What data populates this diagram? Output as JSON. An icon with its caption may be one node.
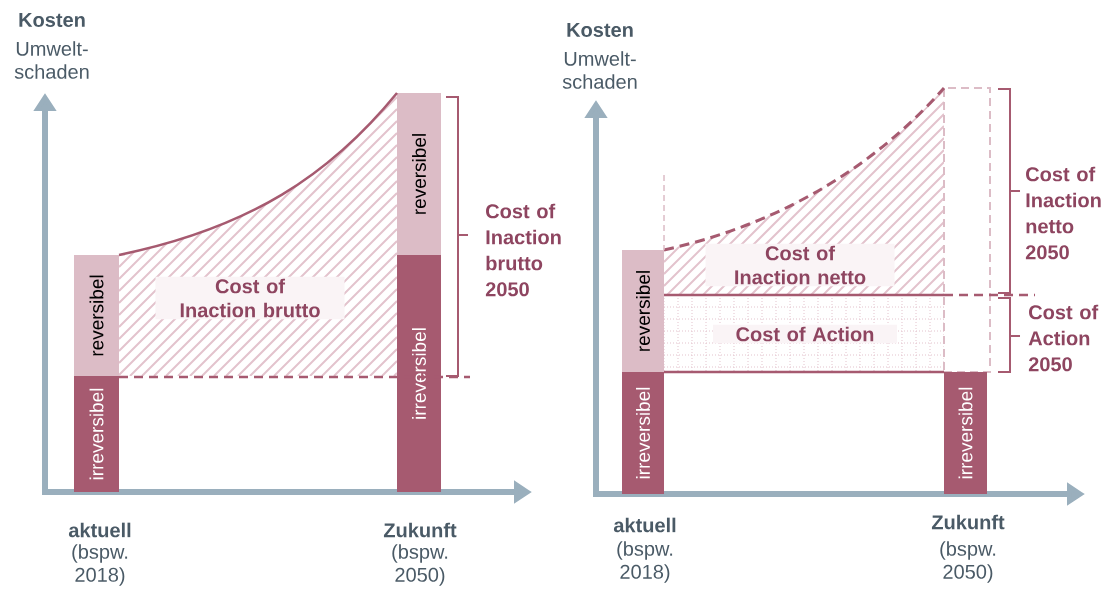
{
  "diagram": {
    "nodes": [
      {
        "text": [
          "reversibel"
        ]
      },
      {
        "text": [
          "irreversibel"
        ]
      },
      {
        "text": [
          "Cost of Inaction brutto"
        ]
      },
      {
        "text": [
          "reversibel"
        ]
      },
      {
        "text": [
          "irreversibel"
        ]
      },
      {
        "text": [
          "reversibel"
        ]
      },
      {
        "text": [
          "irreversibel"
        ]
      },
      {
        "text": [
          "Cost of Inaction netto"
        ]
      },
      {
        "text": [
          "Cost of Action"
        ]
      },
      {
        "text": [],
        "shape": "bar"
      },
      {
        "text": [
          "irreversibel"
        ]
      }
    ],
    "labels": [
      "Kosten",
      "Umwelt- schaden",
      "Cost of Inaction brutto 2050",
      "aktuell",
      "(bspw. 2018)",
      "Zukunft",
      "(bspw. 2050)",
      "Kosten",
      "Umwelt- schaden",
      "Cost of Inaction netto 2050",
      "Cost of Action 2050",
      "aktuell",
      "(bspw. 2018)",
      "Zukunft",
      "(bspw. 2050)"
    ]
  }
}
